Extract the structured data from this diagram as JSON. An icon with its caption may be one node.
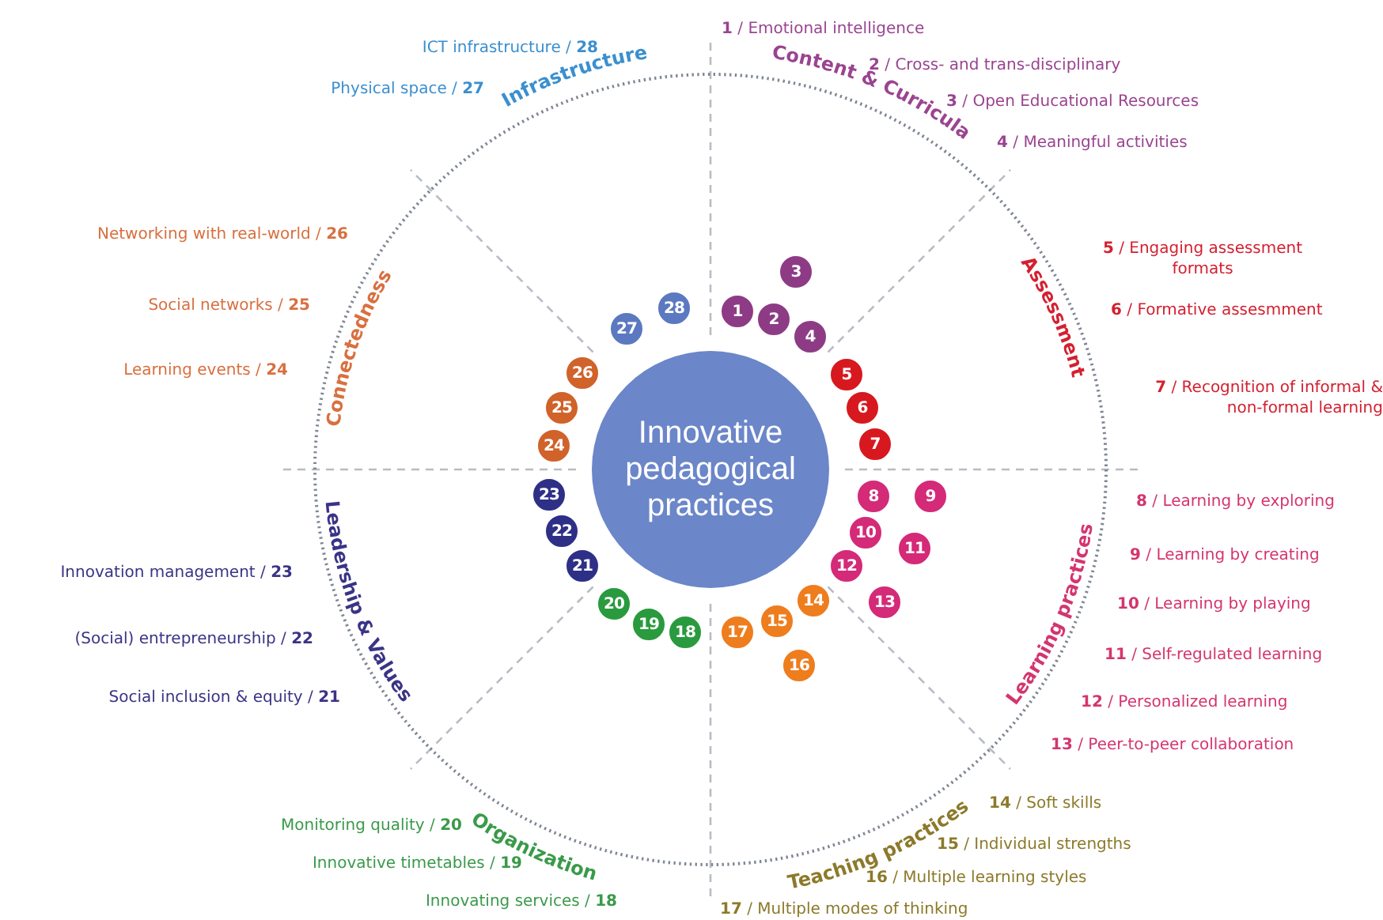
{
  "diagram": {
    "nodes": [
      {
        "text": [
          "Innovative pedagogical practices"
        ]
      },
      {
        "text": [
          "1"
        ]
      },
      {
        "text": [
          "2"
        ]
      },
      {
        "text": [
          "3"
        ]
      },
      {
        "text": [
          "4"
        ]
      },
      {
        "text": [
          "5"
        ]
      },
      {
        "text": [
          "6"
        ]
      },
      {
        "text": [
          "7"
        ]
      },
      {
        "text": [
          "8"
        ]
      },
      {
        "text": [
          "9"
        ]
      },
      {
        "text": [
          "10"
        ]
      },
      {
        "text": [
          "11"
        ]
      },
      {
        "text": [
          "12"
        ]
      },
      {
        "text": [
          "13"
        ]
      },
      {
        "text": [
          "14"
        ]
      },
      {
        "text": [
          "15"
        ]
      },
      {
        "text": [
          "16"
        ]
      },
      {
        "text": [
          "17"
        ]
      },
      {
        "text": [
          "18"
        ]
      },
      {
        "text": [
          "19"
        ]
      },
      {
        "text": [
          "20"
        ]
      },
      {
        "text": [
          "21"
        ]
      },
      {
        "text": [
          "22"
        ]
      },
      {
        "text": [
          "23"
        ]
      },
      {
        "text": [
          "24"
        ]
      },
      {
        "text": [
          "25"
        ]
      },
      {
        "text": [
          "26"
        ]
      },
      {
        "text": [
          "27"
        ]
      },
      {
        "text": [
          "28"
        ]
      }
    ],
    "labels": [
      "**1** / Emotional intelligence",
      "ICT infrastructure / **28**",
      "**2** / Cross- and trans-disciplinary",
      "Physical space / **27**",
      "Infrastructure",
      "Content & Curricula",
      "**3** / Open Educational Resources",
      "**4** / Meaningful activities",
      "Networking with real-world / **26**",
      "**5** / Engaging assessment formats",
      "Social networks / **25**",
      "**6** / Formative assesmment",
      "Connectedness",
      "Assessment",
      "Learning events / **24**",
      "**7** / Recognition of informal & non-formal learning",
      "**8** / Learning by exploring",
      "**9** / Learning by creating",
      "Innovation management / **23**",
      "**10** / Learning by playing",
      "(Social) entrepreneurship / **22**",
      "Leadership & Values",
      "**11** / Self-regulated learning",
      "Learning practices",
      "Social inclusion & equity / **21**",
      "**12** / Personalized learning",
      "**13** / Peer-to-peer collaboration",
      "Organization",
      "Teaching practices",
      "**14** / Soft skills",
      "Monitoring quality / **20**",
      "**15** / Individual strengths",
      "Innovative timetables / **19**",
      "**16** / Multiple learning styles",
      "Innovating services / **18**",
      "**17** / Multiple modes of thinking"
    ]
  }
}
